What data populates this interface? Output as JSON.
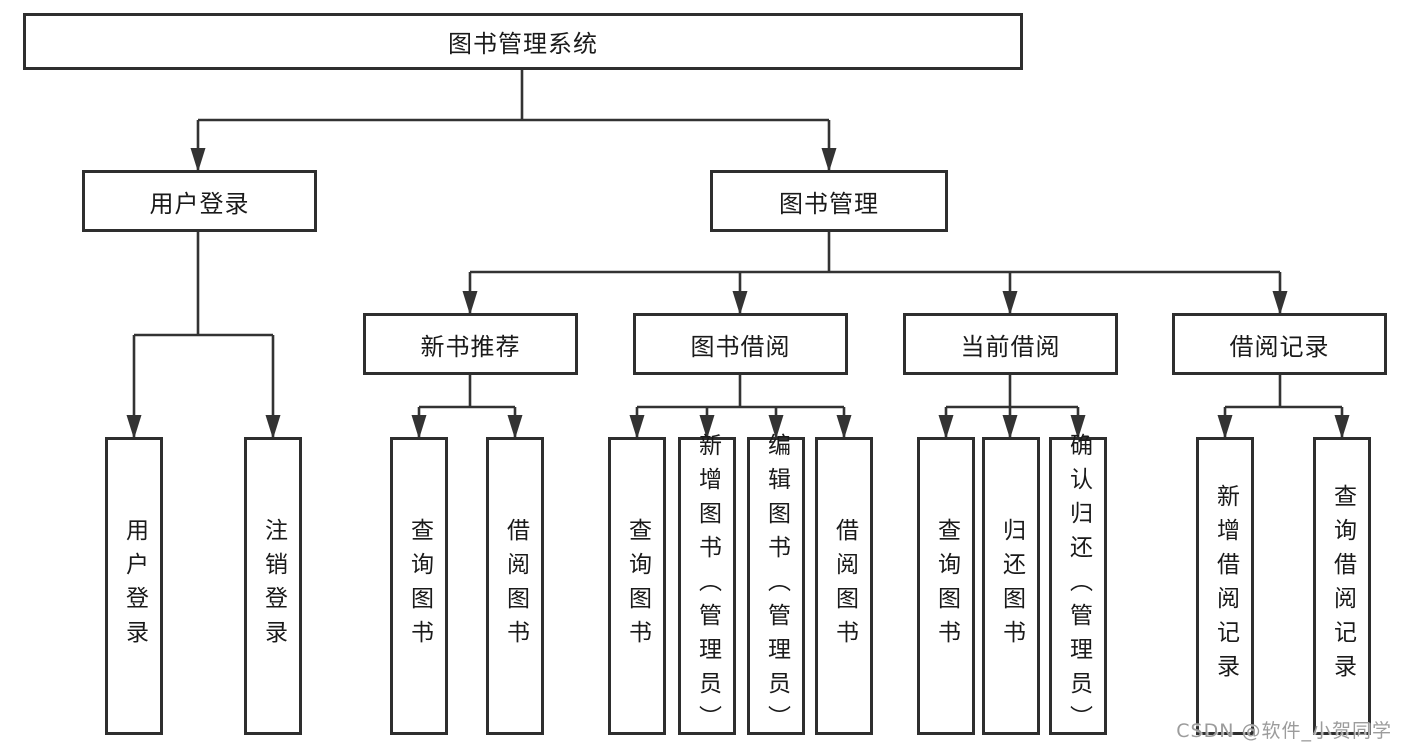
{
  "diagram": {
    "title": "图书管理系统",
    "root": {
      "label": "图书管理系统"
    },
    "level2": [
      {
        "label": "用户登录"
      },
      {
        "label": "图书管理"
      }
    ],
    "level3": [
      {
        "label": "新书推荐",
        "parent": "图书管理"
      },
      {
        "label": "图书借阅",
        "parent": "图书管理"
      },
      {
        "label": "当前借阅",
        "parent": "图书管理"
      },
      {
        "label": "借阅记录",
        "parent": "图书管理"
      }
    ],
    "leaves": [
      {
        "label": "用户登录",
        "parent": "用户登录"
      },
      {
        "label": "注销登录",
        "parent": "用户登录"
      },
      {
        "label": "查询图书",
        "parent": "新书推荐"
      },
      {
        "label": "借阅图书",
        "parent": "新书推荐"
      },
      {
        "label": "查询图书",
        "parent": "图书借阅"
      },
      {
        "label": "新增图书（管理员）",
        "parent": "图书借阅"
      },
      {
        "label": "编辑图书（管理员）",
        "parent": "图书借阅"
      },
      {
        "label": "借阅图书",
        "parent": "图书借阅"
      },
      {
        "label": "查询图书",
        "parent": "当前借阅"
      },
      {
        "label": "归还图书",
        "parent": "当前借阅"
      },
      {
        "label": "确认归还（管理员）",
        "parent": "当前借阅"
      },
      {
        "label": "新增借阅记录",
        "parent": "借阅记录"
      },
      {
        "label": "查询借阅记录",
        "parent": "借阅记录"
      }
    ],
    "watermark": "CSDN @软件_小贺同学",
    "colors": {
      "line": "#333333",
      "border": "#2e2e2e",
      "text": "#1a1a1a",
      "watermark": "#9c9c9c",
      "background": "#ffffff"
    }
  }
}
